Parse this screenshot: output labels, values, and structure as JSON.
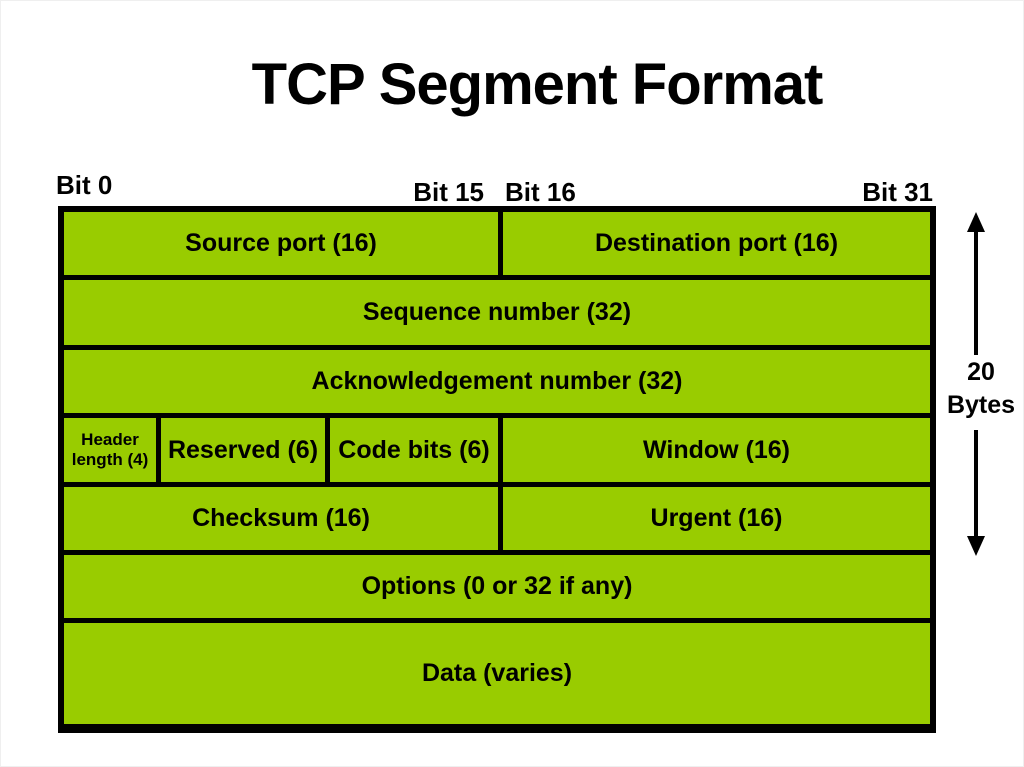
{
  "title": "TCP Segment Format",
  "bit_labels": {
    "bit0": "Bit 0",
    "bit15": "Bit 15",
    "bit16": "Bit 16",
    "bit31": "Bit 31"
  },
  "size_annotation": {
    "value": "20",
    "unit": "Bytes"
  },
  "colors": {
    "cell-fill": "#99cc00",
    "border": "#000000",
    "text": "#000000",
    "background": "#ffffff"
  },
  "fields": {
    "rows": [
      [
        "Source port (16)",
        "Destination port (16)"
      ],
      [
        "Sequence number (32)"
      ],
      [
        "Acknowledgement number (32)"
      ],
      [
        "Header length (4)",
        "Reserved (6)",
        "Code bits (6)",
        "Window (16)"
      ],
      [
        "Checksum (16)",
        "Urgent (16)"
      ],
      [
        "Options (0 or 32 if any)"
      ],
      [
        "Data (varies)"
      ]
    ]
  }
}
